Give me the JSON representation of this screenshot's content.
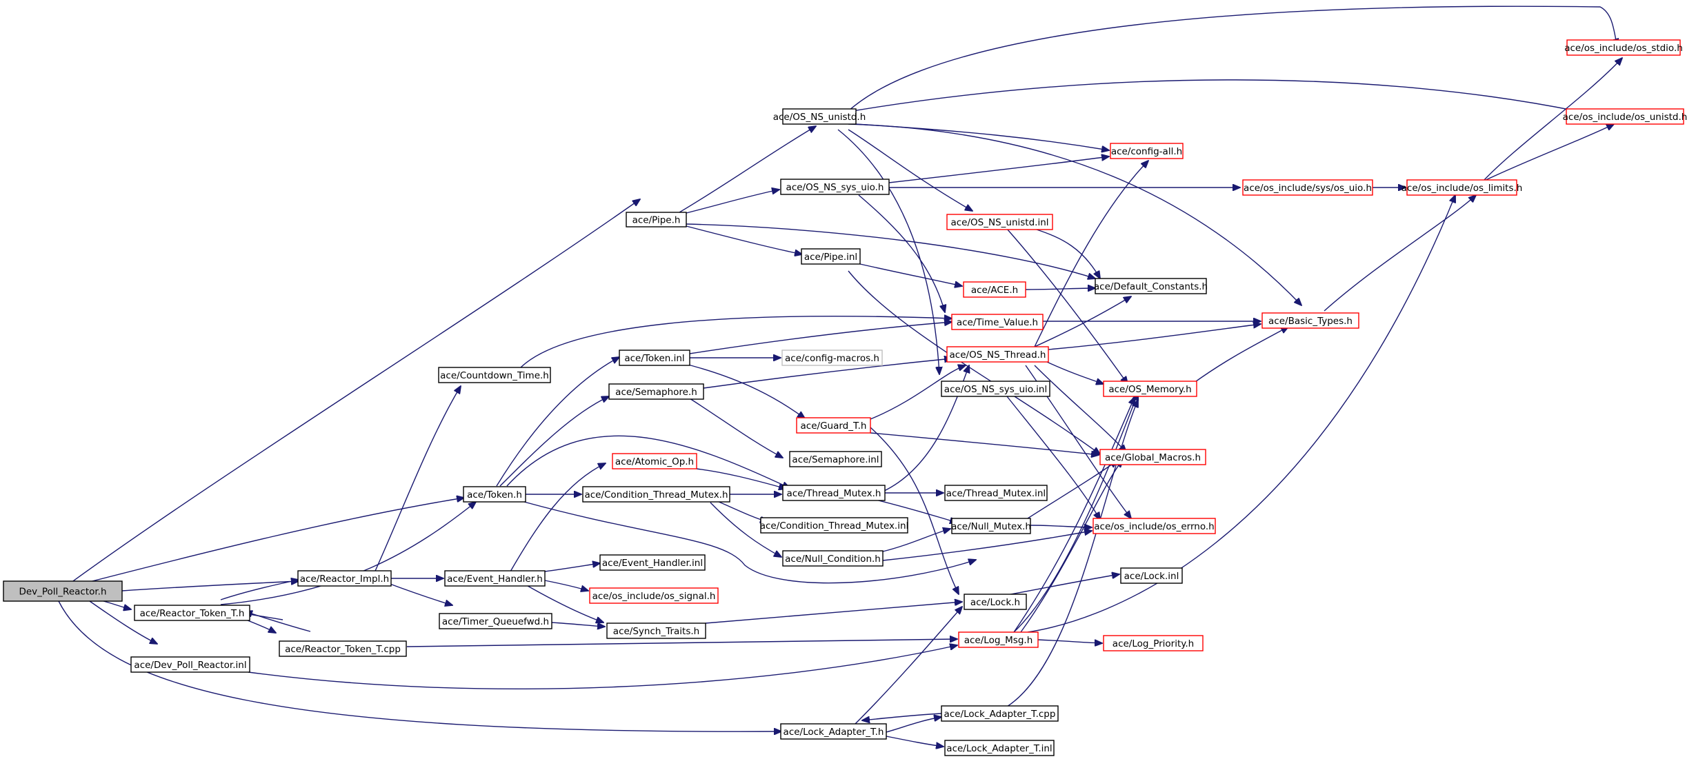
{
  "colors": {
    "edge": "#191970",
    "border_normal": "#000000",
    "border_truncated": "#ff0000",
    "border_undocumented": "#bfbfbf",
    "root_fill": "#bfbfbf",
    "fill": "#ffffff"
  },
  "nodes": [
    {
      "id": "root",
      "label": "Dev_Poll_Reactor.h",
      "style": "root"
    },
    {
      "id": "pipe_h",
      "label": "ace/Pipe.h",
      "style": "normal"
    },
    {
      "id": "ns_unistd_h",
      "label": "ace/OS_NS_unistd.h",
      "style": "normal"
    },
    {
      "id": "ns_sys_uio_h",
      "label": "ace/OS_NS_sys_uio.h",
      "style": "normal"
    },
    {
      "id": "pipe_inl",
      "label": "ace/Pipe.inl",
      "style": "normal"
    },
    {
      "id": "os_stdio",
      "label": "ace/os_include/os_stdio.h",
      "style": "truncated"
    },
    {
      "id": "os_unistd",
      "label": "ace/os_include/os_unistd.h",
      "style": "truncated"
    },
    {
      "id": "config_all",
      "label": "ace/config-all.h",
      "style": "truncated"
    },
    {
      "id": "sys_os_uio",
      "label": "ace/os_include/sys/os_uio.h",
      "style": "truncated"
    },
    {
      "id": "os_limits",
      "label": "ace/os_include/os_limits.h",
      "style": "truncated"
    },
    {
      "id": "ns_unistd_inl",
      "label": "ace/OS_NS_unistd.inl",
      "style": "truncated"
    },
    {
      "id": "ace_h",
      "label": "ace/ACE.h",
      "style": "truncated"
    },
    {
      "id": "default_constants",
      "label": "ace/Default_Constants.h",
      "style": "normal"
    },
    {
      "id": "basic_types",
      "label": "ace/Basic_Types.h",
      "style": "truncated"
    },
    {
      "id": "time_value",
      "label": "ace/Time_Value.h",
      "style": "truncated"
    },
    {
      "id": "ns_thread",
      "label": "ace/OS_NS_Thread.h",
      "style": "truncated"
    },
    {
      "id": "config_macros",
      "label": "ace/config-macros.h",
      "style": "undocumented"
    },
    {
      "id": "token_inl",
      "label": "ace/Token.inl",
      "style": "normal"
    },
    {
      "id": "countdown_time",
      "label": "ace/Countdown_Time.h",
      "style": "normal"
    },
    {
      "id": "ns_sys_uio_inl",
      "label": "ace/OS_NS_sys_uio.inl",
      "style": "normal"
    },
    {
      "id": "os_memory",
      "label": "ace/OS_Memory.h",
      "style": "truncated"
    },
    {
      "id": "semaphore_h",
      "label": "ace/Semaphore.h",
      "style": "normal"
    },
    {
      "id": "guard_t",
      "label": "ace/Guard_T.h",
      "style": "truncated"
    },
    {
      "id": "semaphore_inl",
      "label": "ace/Semaphore.inl",
      "style": "normal"
    },
    {
      "id": "global_macros",
      "label": "ace/Global_Macros.h",
      "style": "truncated"
    },
    {
      "id": "atomic_op",
      "label": "ace/Atomic_Op.h",
      "style": "truncated"
    },
    {
      "id": "token_h",
      "label": "ace/Token.h",
      "style": "normal"
    },
    {
      "id": "cond_thread_mutex_h",
      "label": "ace/Condition_Thread_Mutex.h",
      "style": "normal"
    },
    {
      "id": "thread_mutex_h",
      "label": "ace/Thread_Mutex.h",
      "style": "normal"
    },
    {
      "id": "thread_mutex_inl",
      "label": "ace/Thread_Mutex.inl",
      "style": "normal"
    },
    {
      "id": "cond_thread_mutex_inl",
      "label": "ace/Condition_Thread_Mutex.inl",
      "style": "normal"
    },
    {
      "id": "null_mutex",
      "label": "ace/Null_Mutex.h",
      "style": "normal"
    },
    {
      "id": "os_errno",
      "label": "ace/os_include/os_errno.h",
      "style": "truncated"
    },
    {
      "id": "null_condition",
      "label": "ace/Null_Condition.h",
      "style": "normal"
    },
    {
      "id": "event_handler_inl",
      "label": "ace/Event_Handler.inl",
      "style": "normal"
    },
    {
      "id": "reactor_impl",
      "label": "ace/Reactor_Impl.h",
      "style": "normal"
    },
    {
      "id": "event_handler_h",
      "label": "ace/Event_Handler.h",
      "style": "normal"
    },
    {
      "id": "os_signal",
      "label": "ace/os_include/os_signal.h",
      "style": "truncated"
    },
    {
      "id": "lock_inl",
      "label": "ace/Lock.inl",
      "style": "normal"
    },
    {
      "id": "reactor_token_t_h",
      "label": "ace/Reactor_Token_T.h",
      "style": "normal"
    },
    {
      "id": "timer_queuefwd",
      "label": "ace/Timer_Queuefwd.h",
      "style": "normal"
    },
    {
      "id": "synch_traits",
      "label": "ace/Synch_Traits.h",
      "style": "normal"
    },
    {
      "id": "lock_h",
      "label": "ace/Lock.h",
      "style": "normal"
    },
    {
      "id": "reactor_token_t_cpp",
      "label": "ace/Reactor_Token_T.cpp",
      "style": "normal"
    },
    {
      "id": "log_msg",
      "label": "ace/Log_Msg.h",
      "style": "truncated"
    },
    {
      "id": "log_priority",
      "label": "ace/Log_Priority.h",
      "style": "truncated"
    },
    {
      "id": "dev_poll_inl",
      "label": "ace/Dev_Poll_Reactor.inl",
      "style": "normal"
    },
    {
      "id": "lock_adapter_cpp",
      "label": "ace/Lock_Adapter_T.cpp",
      "style": "normal"
    },
    {
      "id": "lock_adapter_h",
      "label": "ace/Lock_Adapter_T.h",
      "style": "normal"
    },
    {
      "id": "lock_adapter_inl",
      "label": "ace/Lock_Adapter_T.inl",
      "style": "normal"
    }
  ]
}
